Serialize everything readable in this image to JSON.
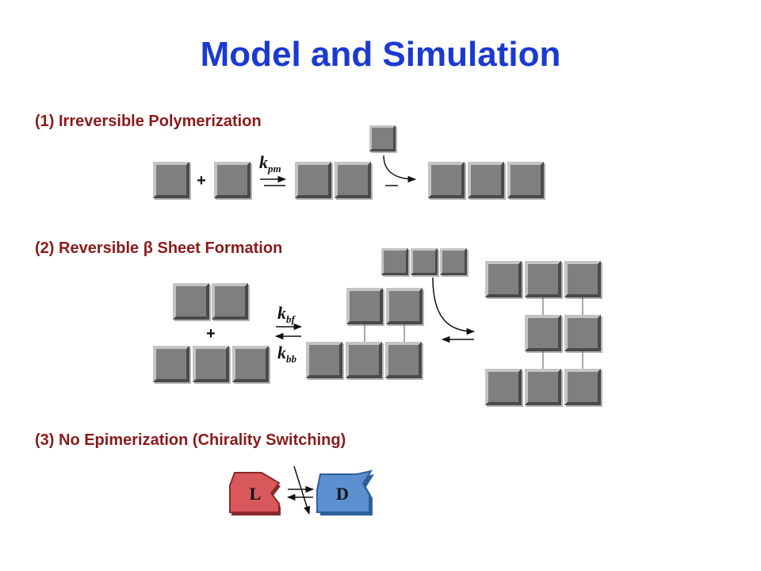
{
  "title": "Model and Simulation",
  "sections": [
    {
      "label": "(1) Irreversible Polymerization"
    },
    {
      "label": "(2) Reversible β Sheet Formation"
    },
    {
      "label": "(3) No Epimerization (Chirality Switching)"
    }
  ],
  "symbols": {
    "plus": "+"
  },
  "rates": {
    "k_pm": {
      "base": "k",
      "sub": "pm"
    },
    "k_bf": {
      "base": "k",
      "sub": "bf"
    },
    "k_bb": {
      "base": "k",
      "sub": "bb"
    }
  },
  "chirality": {
    "left": "L",
    "right": "D"
  },
  "colors": {
    "title": "#1a3ad1",
    "section_label": "#8b1a1a",
    "monomer_fill": "#7f7f7f",
    "L_fill": "#d9585c",
    "D_fill": "#5b8fd0"
  }
}
